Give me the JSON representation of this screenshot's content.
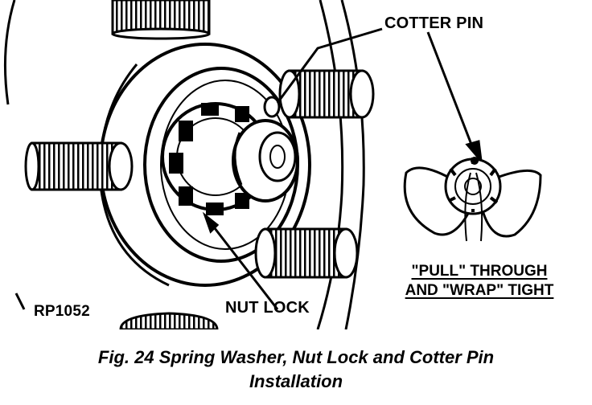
{
  "labels": {
    "cotter_pin": "COTTER PIN",
    "nut_lock": "NUT LOCK",
    "ref_code": "RP1052",
    "instruction_line1": "\"PULL\" THROUGH",
    "instruction_line2": "AND \"WRAP\" TIGHT"
  },
  "caption": {
    "line1": "Fig. 24 Spring Washer, Nut Lock and Cotter Pin",
    "line2": "Installation"
  }
}
